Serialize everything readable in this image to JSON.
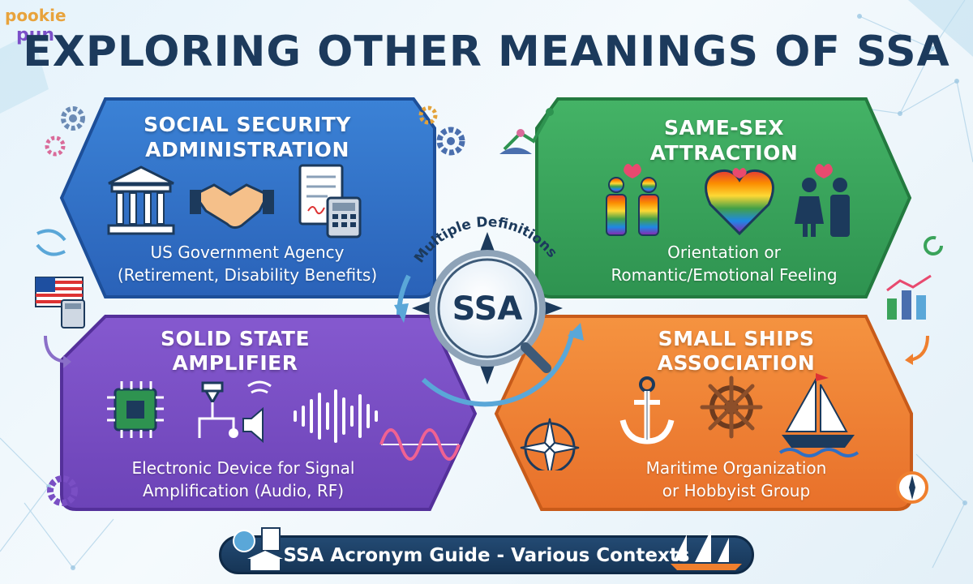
{
  "logo": {
    "line1": "pookie",
    "line2": "pun"
  },
  "title": "EXPLORING OTHER MEANINGS OF SSA",
  "center": {
    "arc_text": "Multiple Definitions",
    "label": "SSA"
  },
  "cards": {
    "social_security": {
      "heading_line1": "SOCIAL SECURITY",
      "heading_line2": "ADMINISTRATION",
      "desc_line1": "US Government Agency",
      "desc_line2": "(Retirement, Disability Benefits)",
      "color": "#2f6fc4"
    },
    "same_sex": {
      "heading_line1": "SAME-SEX",
      "heading_line2": "ATTRACTION",
      "desc_line1": "Orientation or",
      "desc_line2": "Romantic/Emotional Feeling",
      "color": "#3aa35a"
    },
    "amplifier": {
      "heading_line1": "SOLID STATE",
      "heading_line2": "AMPLIFIER",
      "desc_line1": "Electronic Device for Signal",
      "desc_line2": "Amplification (Audio, RF)",
      "color": "#7a4fc4"
    },
    "ships": {
      "heading_line1": "SMALL SHIPS",
      "heading_line2": "ASSOCIATION",
      "desc_line1": "Maritime Organization",
      "desc_line2": "or Hobbyist Group",
      "color": "#ef7f2e"
    }
  },
  "footer": {
    "text": "SSA Acronym Guide - Various Contexts"
  }
}
